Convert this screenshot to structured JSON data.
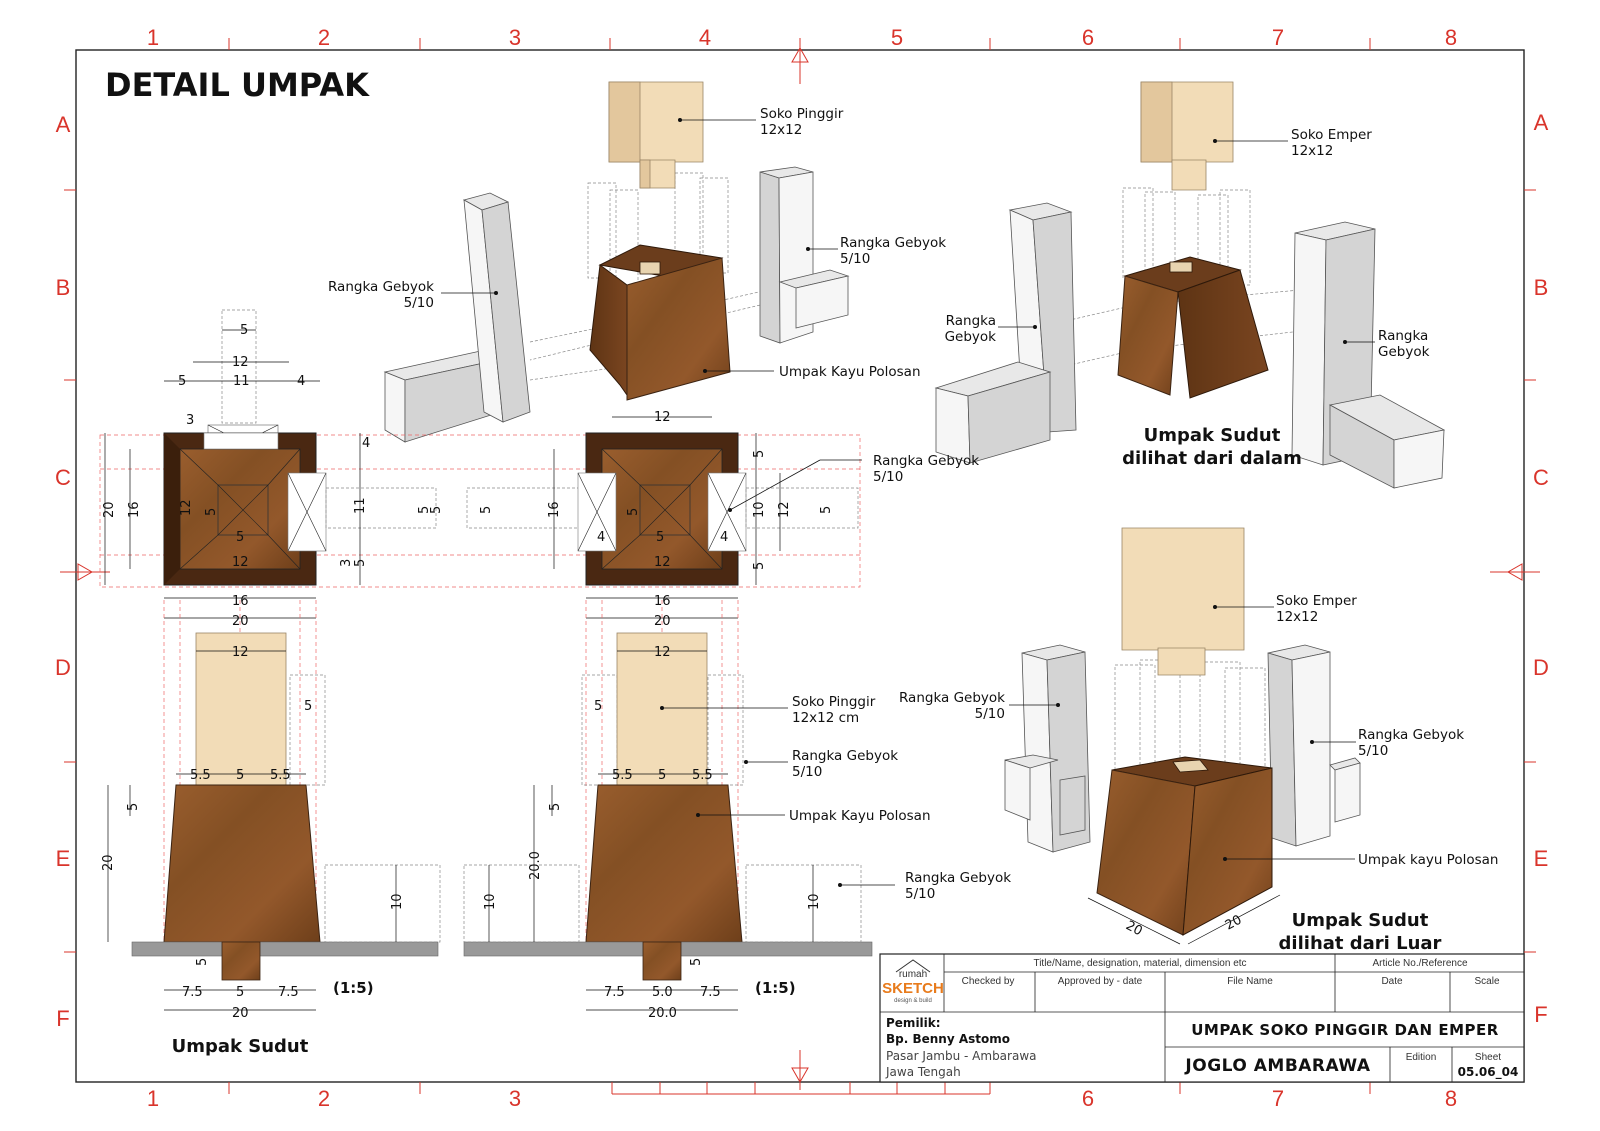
{
  "drawing_title": "DETAIL UMPAK",
  "grid": {
    "columns": [
      "1",
      "2",
      "3",
      "4",
      "5",
      "6",
      "7",
      "8"
    ],
    "rows": [
      "A",
      "B",
      "C",
      "D",
      "E",
      "F"
    ]
  },
  "labels": {
    "soko_pinggir_top": [
      "Soko Pinggir",
      "12x12"
    ],
    "rangka_gebyok_top_right": [
      "Rangka Gebyok",
      "5/10"
    ],
    "rangka_gebyok_top_left": [
      "Rangka Gebyok",
      "5/10"
    ],
    "umpak_kayu_polosan_top": "Umpak Kayu Polosan",
    "soko_emper_top": [
      "Soko Emper",
      "12x12"
    ],
    "rangka_gebyok_dalam_left": [
      "Rangka",
      "Gebyok"
    ],
    "rangka_gebyok_dalam_right": [
      "Rangka",
      "Gebyok"
    ],
    "caption_dalam": [
      "Umpak Sudut",
      "dilihat dari dalam"
    ],
    "rangka_gebyok_plan": [
      "Rangka Gebyok",
      "5/10"
    ],
    "soko_emper_luar": [
      "Soko Emper",
      "12x12"
    ],
    "rangka_gebyok_luar_left": [
      "Rangka Gebyok",
      "5/10"
    ],
    "rangka_gebyok_luar_right": [
      "Rangka Gebyok",
      "5/10"
    ],
    "umpak_kayu_polosan_luar": "Umpak kayu Polosan",
    "caption_luar": [
      "Umpak Sudut",
      "dilihat dari Luar"
    ],
    "soko_pinggir_elev": [
      "Soko Pinggir",
      "12x12 cm"
    ],
    "rangka_gebyok_elev1": [
      "Rangka Gebyok",
      "5/10"
    ],
    "umpak_kayu_polosan_elev": "Umpak Kayu Polosan",
    "rangka_gebyok_elev2": [
      "Rangka Gebyok",
      "5/10"
    ],
    "scale_left": "(1:5)",
    "scale_right": "(1:5)",
    "caption_umpak_sudut": "Umpak Sudut"
  },
  "dimensions": {
    "plan_left": [
      "5",
      "12",
      "5",
      "11",
      "4",
      "3",
      "4",
      "20",
      "16",
      "12",
      "5",
      "5",
      "12",
      "11",
      "5",
      "3",
      "5",
      "16",
      "20"
    ],
    "plan_right": [
      "12",
      "5",
      "16",
      "5",
      "5",
      "4",
      "5",
      "4",
      "10",
      "12",
      "5",
      "5",
      "12",
      "5",
      "16",
      "20"
    ],
    "elev_left": [
      "12",
      "5",
      "5.5",
      "5",
      "5.5",
      "5",
      "20",
      "10",
      "5",
      "7.5",
      "5",
      "7.5",
      "20"
    ],
    "elev_right": [
      "12",
      "5",
      "5.5",
      "5",
      "5.5",
      "5",
      "20.0",
      "10",
      "10",
      "10",
      "5",
      "7.5",
      "5.0",
      "7.5",
      "20.0"
    ],
    "iso_luar": [
      "20",
      "20"
    ]
  },
  "title_block": {
    "logo_top": "rumah",
    "logo_main": "SKETCH",
    "logo_sub": "design & build",
    "hdr_title": "Title/Name, designation, material, dimension etc",
    "hdr_article": "Article No./Reference",
    "hdr_checked": "Checked by",
    "hdr_approved": "Approved by - date",
    "hdr_file": "File Name",
    "hdr_date": "Date",
    "hdr_scale": "Scale",
    "owner_label": "Pemilik:",
    "owner_name": "Bp. Benny Astomo",
    "owner_addr1": "Pasar Jambu - Ambarawa",
    "owner_addr2": "Jawa Tengah",
    "drawing_name": "UMPAK SOKO PINGGIR DAN EMPER",
    "project": "JOGLO AMBARAWA",
    "hdr_edition": "Edition",
    "hdr_sheet": "Sheet",
    "sheet_no": "05.06_04"
  },
  "colors": {
    "grid_red": "#d9342b",
    "wood": "#8a5228",
    "soko": "#f2dcb7",
    "gebyok": "#f6f6f6"
  }
}
